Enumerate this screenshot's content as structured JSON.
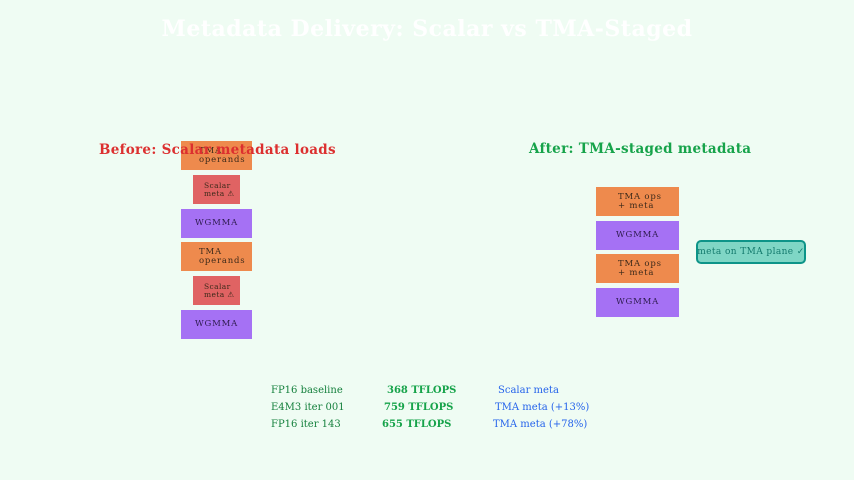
{
  "title": "Metadata Delivery: Scalar vs TMA-Staged",
  "before": {
    "heading": "Before: Scalar metadata loads",
    "blocks": [
      {
        "kind": "tma",
        "lines": [
          "TMA",
          "operands"
        ]
      },
      {
        "kind": "scalar",
        "lines": [
          "Scalar",
          "meta ⚠"
        ]
      },
      {
        "kind": "wgmma",
        "lines": [
          "WGMMA"
        ]
      },
      {
        "kind": "tma",
        "lines": [
          "TMA",
          "operands"
        ]
      },
      {
        "kind": "scalar",
        "lines": [
          "Scalar",
          "meta ⚠"
        ]
      },
      {
        "kind": "wgmma",
        "lines": [
          "WGMMA"
        ]
      }
    ]
  },
  "after": {
    "heading": "After: TMA-staged metadata",
    "blocks": [
      {
        "kind": "tma",
        "lines": [
          "TMA ops",
          "+ meta"
        ]
      },
      {
        "kind": "wgmma",
        "lines": [
          "WGMMA"
        ]
      },
      {
        "kind": "tma",
        "lines": [
          "TMA ops",
          "+ meta"
        ]
      },
      {
        "kind": "wgmma",
        "lines": [
          "WGMMA"
        ]
      }
    ],
    "note": "meta on TMA plane ✓"
  },
  "results": [
    {
      "label": "FP16 baseline",
      "value": "368 TFLOPS",
      "desc": "Scalar meta"
    },
    {
      "label": "E4M3 iter 001",
      "value": "759 TFLOPS",
      "desc": "TMA meta (+13%)"
    },
    {
      "label": "FP16 iter 143",
      "value": "655 TFLOPS",
      "desc": "TMA meta (+78%)"
    }
  ],
  "colors": {
    "background": "#effcf3",
    "tma": "#ee8a4d",
    "scalar": "#e06363",
    "wgmma": "#a571f4",
    "before_heading": "#dc2f2f",
    "after_heading": "#16a34a",
    "note_fill": "#7fd6c5",
    "note_border": "#0d9488"
  }
}
